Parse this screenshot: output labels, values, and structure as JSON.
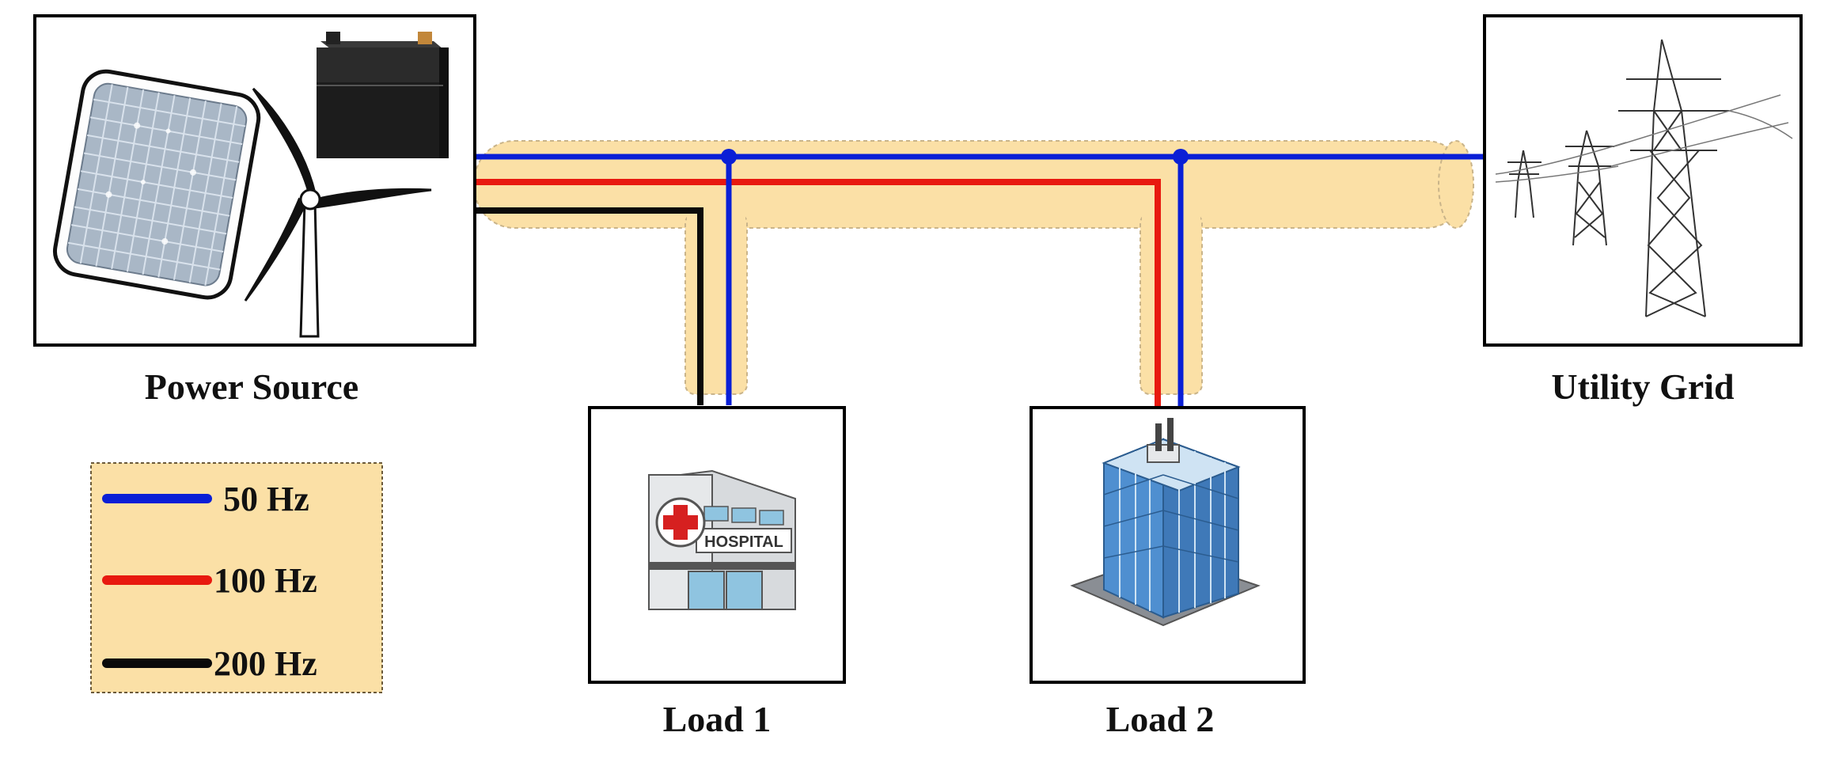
{
  "labels": {
    "power_source": "Power Source",
    "utility_grid": "Utility Grid",
    "load1": "Load 1",
    "load2": "Load 2",
    "hospital_sign": "HOSPITAL"
  },
  "legend": [
    {
      "label": "50 Hz",
      "color": "#0a1fd6"
    },
    {
      "label": "100 Hz",
      "color": "#e8190f"
    },
    {
      "label": "200 Hz",
      "color": "#0a0a0a"
    }
  ],
  "colors": {
    "bus_fill": "#fbe0a6",
    "bus_border": "#c9b48a",
    "legend_fill": "#fbe0a6"
  },
  "icons": [
    "solar-panel-icon",
    "battery-icon",
    "wind-turbine-icon",
    "transmission-tower-icon",
    "hospital-icon",
    "office-building-icon"
  ]
}
